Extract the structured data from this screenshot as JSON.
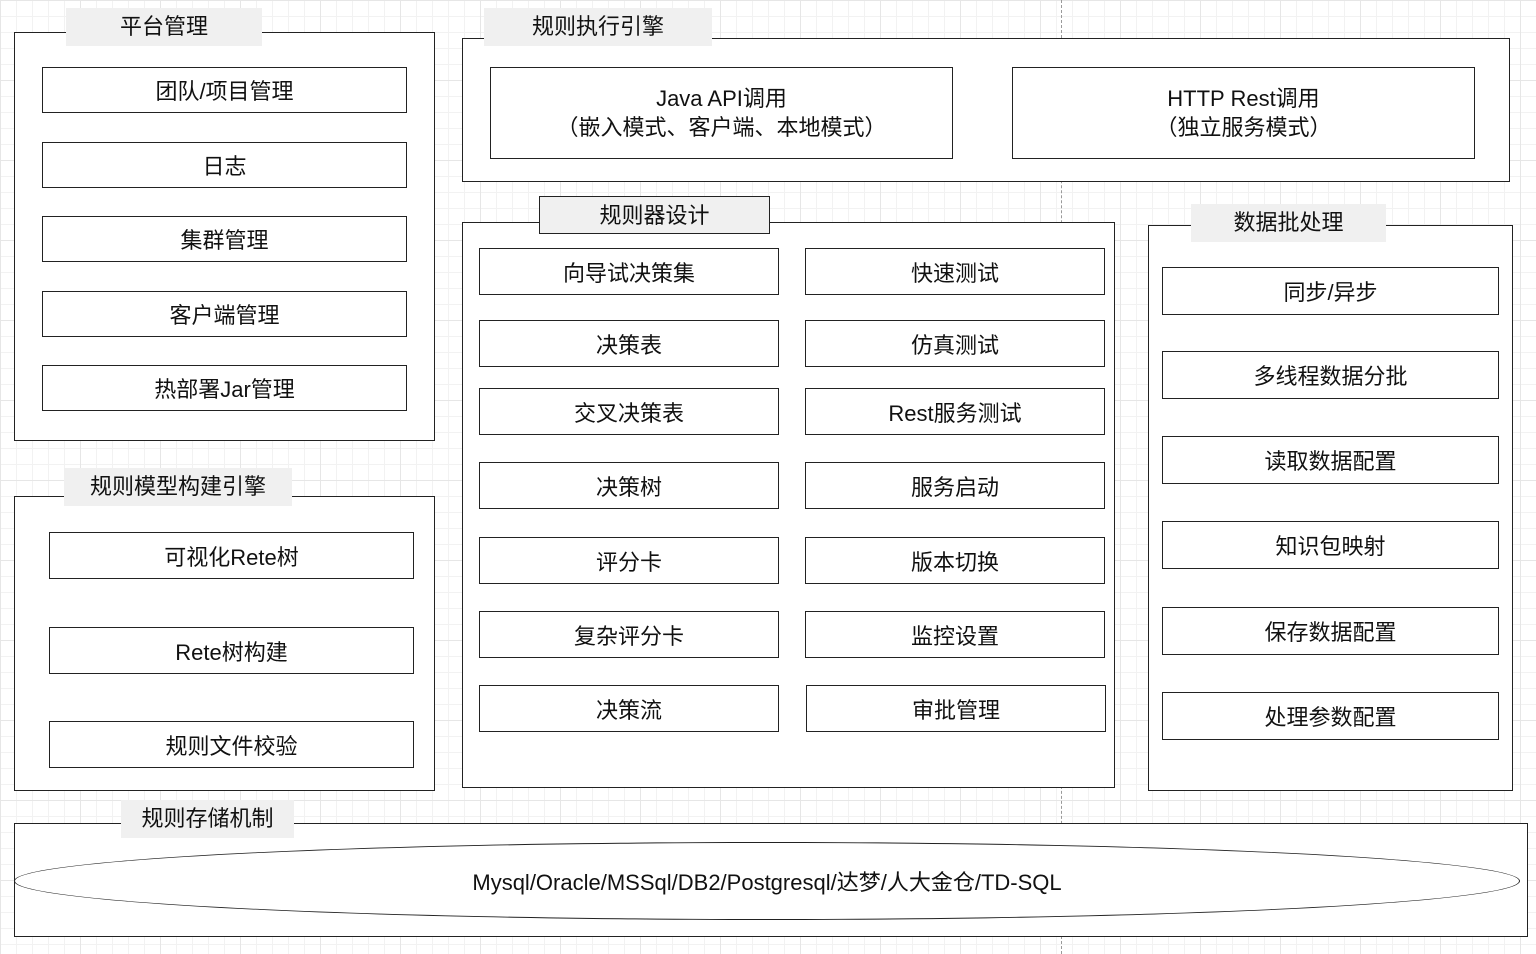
{
  "platform": {
    "title": "平台管理",
    "items": [
      "团队/项目管理",
      "日志",
      "集群管理",
      "客户端管理",
      "热部署Jar管理"
    ]
  },
  "engine": {
    "title": "规则执行引擎",
    "java": {
      "line1": "Java API调用",
      "line2": "（嵌入模式、客户端、本地模式）"
    },
    "http": {
      "line1": "HTTP Rest调用",
      "line2": "（独立服务模式）"
    }
  },
  "model": {
    "title": "规则模型构建引擎",
    "items": [
      "可视化Rete树",
      "Rete树构建",
      "规则文件校验"
    ]
  },
  "designer": {
    "title": "规则器设计",
    "left": [
      "向导试决策集",
      "决策表",
      "交叉决策表",
      "决策树",
      "评分卡",
      "复杂评分卡",
      "决策流"
    ],
    "right": [
      "快速测试",
      "仿真测试",
      "Rest服务测试",
      "服务启动",
      "版本切换",
      "监控设置",
      "审批管理"
    ]
  },
  "batch": {
    "title": "数据批处理",
    "items": [
      "同步/异步",
      "多线程数据分批",
      "读取数据配置",
      "知识包映射",
      "保存数据配置",
      "处理参数配置"
    ]
  },
  "storage": {
    "title": "规则存储机制",
    "databases": "Mysql/Oracle/MSSql/DB2/Postgresql/达梦/人大金仓/TD-SQL"
  }
}
